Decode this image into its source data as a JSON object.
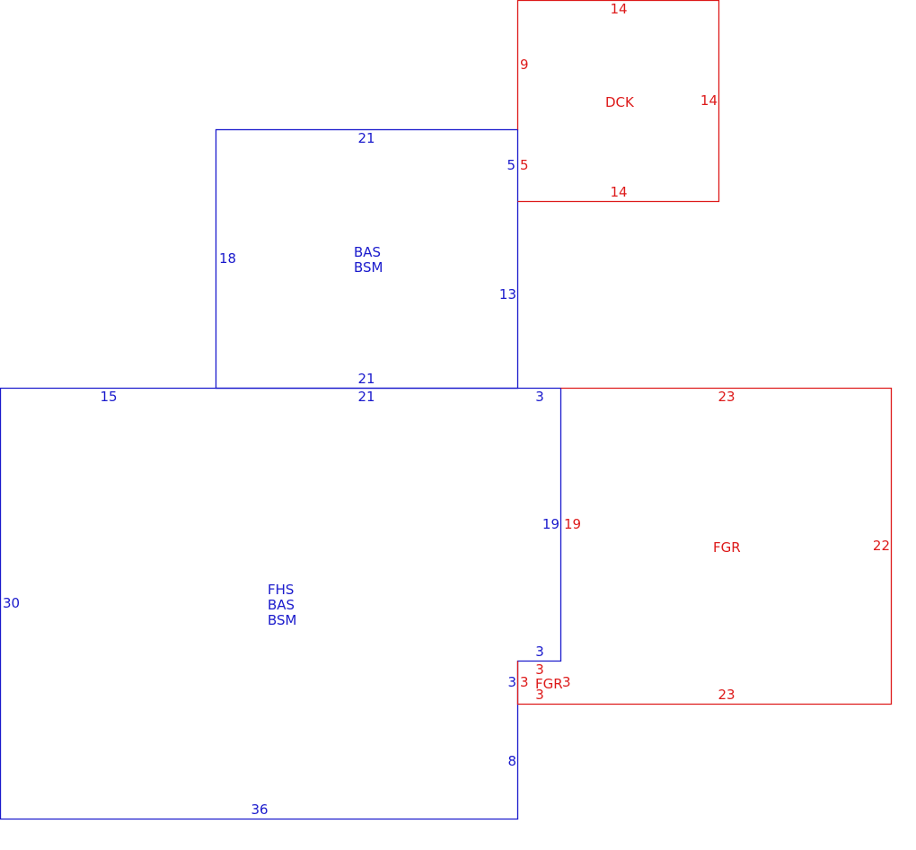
{
  "colors": {
    "living": "#1a1acc",
    "other": "#dd1a1a"
  },
  "areas": [
    {
      "id": "bas-upper",
      "lines": [
        "BAS",
        "BSM"
      ],
      "type": "living"
    },
    {
      "id": "fhs-main",
      "lines": [
        "FHS",
        "BAS",
        "BSM"
      ],
      "type": "living"
    },
    {
      "id": "dck",
      "lines": [
        "DCK"
      ],
      "type": "other"
    },
    {
      "id": "fgr",
      "lines": [
        "FGR"
      ],
      "type": "other"
    },
    {
      "id": "fgr-small",
      "lines": [
        "FGR"
      ],
      "type": "other"
    }
  ],
  "dimensions": {
    "bas_top": "21",
    "bas_left": "18",
    "bas_right_upper": "5",
    "bas_right_lower": "13",
    "bas_bottom": "21",
    "fhs_top_left": "15",
    "fhs_top_mid": "21",
    "fhs_top_right": "3",
    "fhs_left": "30",
    "fhs_right_upper": "19",
    "fhs_notch_top": "3",
    "fhs_notch_left": "3",
    "fhs_right_lower": "8",
    "fhs_bottom": "36",
    "dck_top": "14",
    "dck_left_upper": "9",
    "dck_left_lower": "5",
    "dck_right": "14",
    "dck_bottom": "14",
    "fgr_top": "23",
    "fgr_left": "19",
    "fgr_right": "22",
    "fgr_bottom": "23",
    "fgr_small_top": "3",
    "fgr_small_left": "3",
    "fgr_small_right": "3",
    "fgr_small_bottom": "3"
  }
}
